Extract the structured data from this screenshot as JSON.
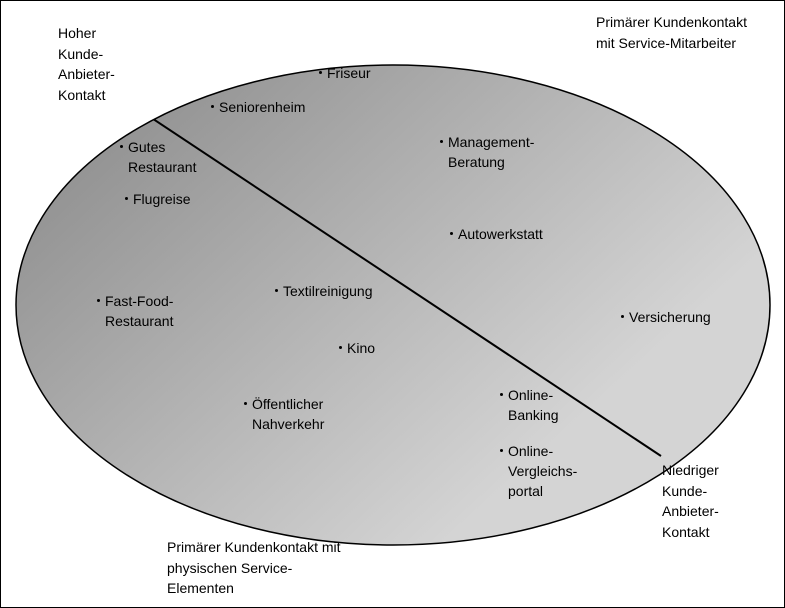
{
  "corners": {
    "top_left": [
      "Hoher",
      "Kunde-",
      "Anbieter-",
      "Kontakt"
    ],
    "top_right": [
      "Primärer Kundenkontakt",
      "mit Service-Mitarbeiter"
    ],
    "bottom_right": [
      "Niedriger",
      "Kunde-",
      "Anbieter-",
      "Kontakt"
    ],
    "bottom_left": [
      "Primärer Kundenkontakt mit",
      "physischen Service-",
      "Elementen"
    ]
  },
  "items": {
    "friseur": [
      "Friseur"
    ],
    "seniorenheim": [
      "Seniorenheim"
    ],
    "management_beratung": [
      "Management-",
      "Beratung"
    ],
    "gutes_restaurant": [
      "Gutes",
      "Restaurant"
    ],
    "flugreise": [
      "Flugreise"
    ],
    "autowerkstatt": [
      "Autowerkstatt"
    ],
    "fast_food_restaurant": [
      "Fast-Food-",
      "Restaurant"
    ],
    "textilreinigung": [
      "Textilreinigung"
    ],
    "versicherung": [
      "Versicherung"
    ],
    "kino": [
      "Kino"
    ],
    "oeffentlicher_nahverkehr": [
      "Öffentlicher",
      "Nahverkehr"
    ],
    "online_banking": [
      "Online-",
      "Banking"
    ],
    "online_vergleichsportal": [
      "Online-",
      "Vergleichs-",
      "portal"
    ]
  },
  "colors": {
    "gradient_dark": "#8c8c8c",
    "gradient_light": "#d4d4d4",
    "line": "#000000"
  }
}
